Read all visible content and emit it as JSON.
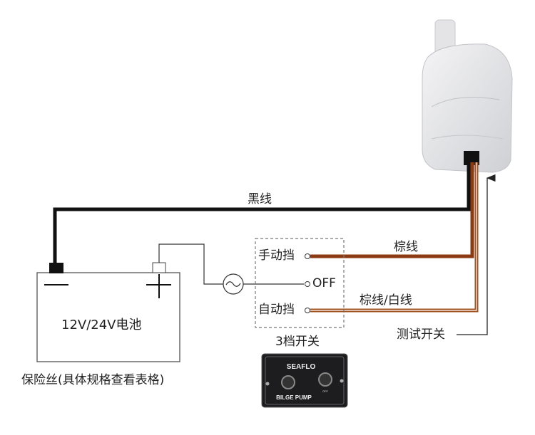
{
  "labels": {
    "black_wire": "黑线",
    "brown_wire": "棕线",
    "brown_white_wire": "棕线/白线",
    "test_switch": "测试开关",
    "manual": "手动挡",
    "off": "OFF",
    "auto": "自动挡",
    "switch_title": "3档开关",
    "battery": "12V/24V电池",
    "fuse": "保险丝(具体规格查看表格)"
  },
  "panel": {
    "brand": "SEAFLO",
    "name": "BILGE PUMP",
    "off_mark": "OFF"
  },
  "colors": {
    "black_wire": "#111111",
    "brown_wire": "#8b3a12",
    "brown_white_wire": "#a0501e",
    "line": "#333333"
  }
}
